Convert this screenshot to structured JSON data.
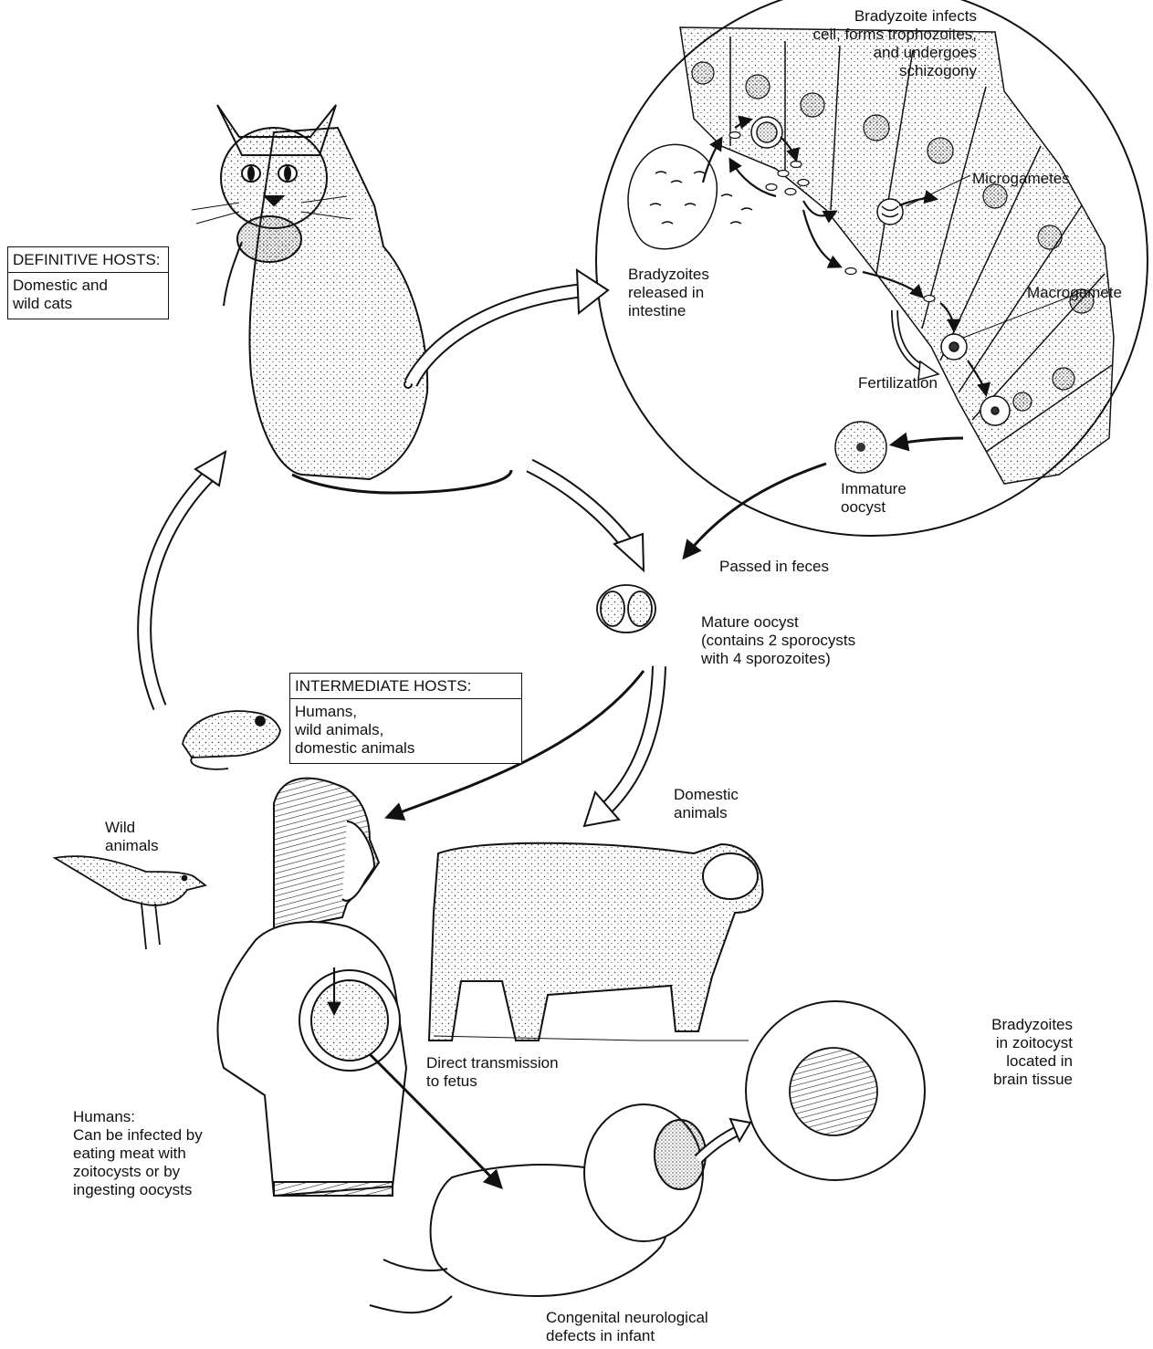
{
  "definitive_hosts": {
    "heading": "DEFINITIVE HOSTS:",
    "body": "Domestic and\nwild cats"
  },
  "intermediate_hosts": {
    "heading": "INTERMEDIATE HOSTS:",
    "body": "Humans,\nwild animals,\ndomestic animals"
  },
  "intestine_inset": {
    "bradyzoite_infects": "Bradyzoite infects\ncell, forms trophozoites,\nand undergoes\nschizogony",
    "microgametes": "Microgametes",
    "macrogamete": "Macrogamete",
    "bradyzoites_released": "Bradyzoites\nreleased in\nintestine",
    "fertilization": "Fertilization",
    "immature_oocyst": "Immature\noocyst"
  },
  "passed_in_feces": "Passed in feces",
  "mature_oocyst": "Mature oocyst\n(contains 2 sporocysts\nwith 4 sporozoites)",
  "domestic_animals": "Domestic\nanimals",
  "wild_animals": "Wild\nanimals",
  "direct_transmission": "Direct transmission\nto fetus",
  "humans_note": "Humans:\nCan be infected by\neating meat with\nzoitocysts or by\ningesting oocysts",
  "brain_inset": "Bradyzoites\nin zoitocyst\nlocated in\nbrain tissue",
  "congenital": "Congenital neurological\ndefects in infant"
}
